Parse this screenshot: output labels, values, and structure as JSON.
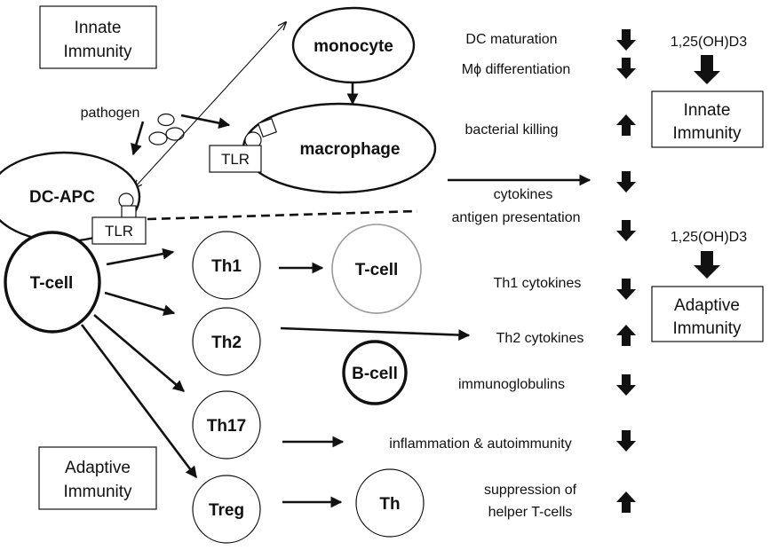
{
  "innate_box": {
    "line1": "Innate",
    "line2": "Immunity"
  },
  "adaptive_box": {
    "line1": "Adaptive",
    "line2": "Immunity"
  },
  "innate_effect_box": {
    "line1": "Innate",
    "line2": "Immunity"
  },
  "adaptive_effect_box": {
    "line1": "Adaptive",
    "line2": "Immunity"
  },
  "vitd_label_top": "1,25(OH)D3",
  "vitd_label_bottom": "1,25(OH)D3",
  "cells": {
    "monocyte": "monocyte",
    "macrophage": "macrophage",
    "dc_apc": "DC-APC",
    "t_cell": "T-cell",
    "th1": "Th1",
    "th2": "Th2",
    "th17": "Th17",
    "treg": "Treg",
    "t_cell_out": "T-cell",
    "b_cell": "B-cell",
    "th_out": "Th"
  },
  "tlr_macrophage": "TLR",
  "tlr_dc": "TLR",
  "pathogen": "pathogen",
  "effects": [
    {
      "text": "DC maturation",
      "direction": "down"
    },
    {
      "text": "Mϕ differentiation",
      "direction": "down"
    },
    {
      "text": "bacterial killing",
      "direction": "up"
    },
    {
      "text": "cytokines",
      "direction": "down"
    },
    {
      "text": "antigen presentation",
      "direction": "down"
    },
    {
      "text": "Th1 cytokines",
      "direction": "down"
    },
    {
      "text": "Th2 cytokines",
      "direction": "up"
    },
    {
      "text": "immunoglobulins",
      "direction": "down"
    },
    {
      "text": "inflammation & autoimmunity",
      "direction": "down"
    },
    {
      "text": "suppression of",
      "direction": "up"
    },
    {
      "text": "helper T-cells",
      "direction": ""
    }
  ]
}
